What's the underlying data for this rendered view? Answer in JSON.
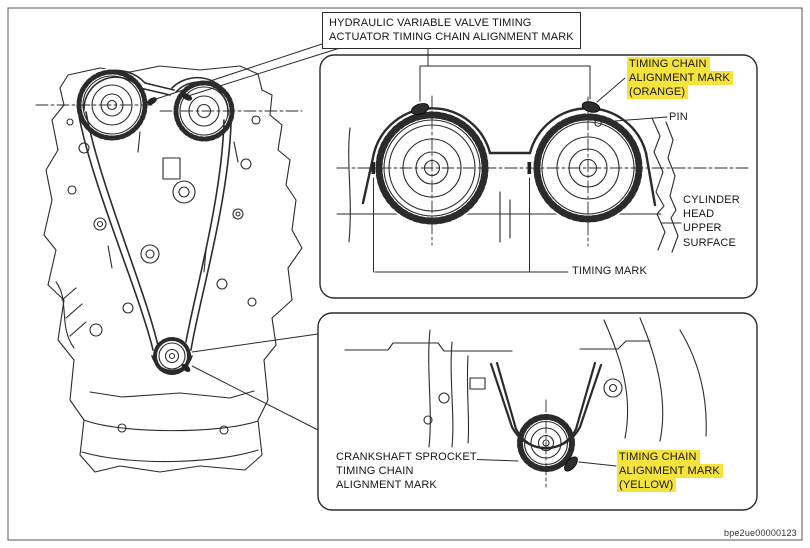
{
  "colors": {
    "highlight": "#f4e33c",
    "ink": "#2b2b2b"
  },
  "page": {
    "footer_code": "bpe2ue00000123"
  },
  "labels": {
    "hydraulic_vvt": "HYDRAULIC VARIABLE VALVE TIMING\nACTUATOR TIMING CHAIN ALIGNMENT MARK",
    "timing_chain_orange": "TIMING CHAIN\nALIGNMENT MARK\n(ORANGE)",
    "pin": "PIN",
    "cylinder_head": "CYLINDER\nHEAD\nUPPER\nSURFACE",
    "timing_mark": "TIMING MARK",
    "crankshaft_sprocket": "CRANKSHAFT SPROCKET\nTIMING CHAIN\nALIGNMENT MARK",
    "timing_chain_yellow": "TIMING CHAIN\nALIGNMENT MARK\n(YELLOW)"
  }
}
